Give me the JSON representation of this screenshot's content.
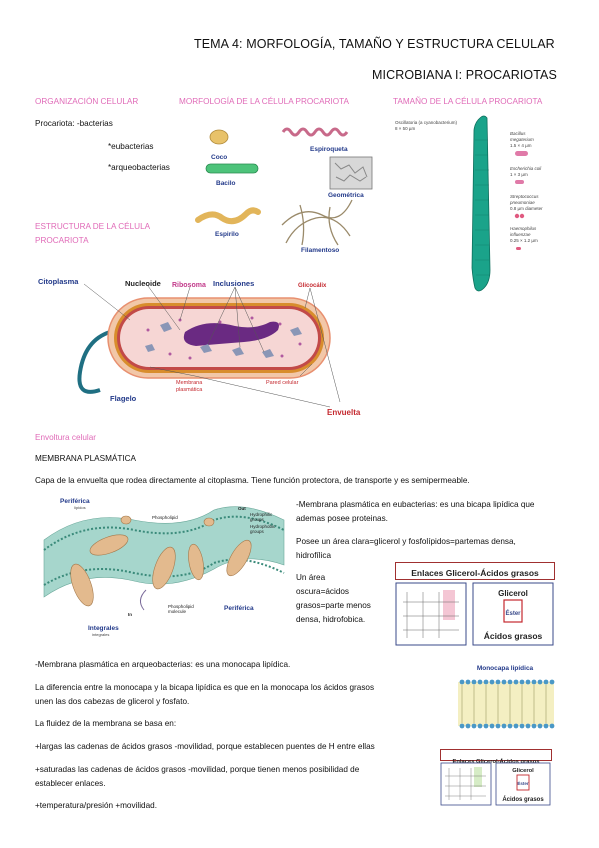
{
  "header": {
    "title": "TEMA 4: MORFOLOGÍA, TAMAÑO Y ESTRUCTURA CELULAR",
    "subtitle": "MICROBIANA I: PROCARIOTAS"
  },
  "sections": {
    "organizacion": "ORGANIZACIÓN CELULAR",
    "morfologia": "MORFOLOGÍA DE LA CÉLULA PROCARIOTA",
    "tamano": "TAMAÑO DE LA CÉLULA PROCARIOTA",
    "estructura_1": "ESTRUCTURA DE LA CÉLULA",
    "estructura_2": "PROCARIOTA",
    "envoltura": "Envoltura celular"
  },
  "organizacion": {
    "line1": "Procariota: -bacterias",
    "line2": "*eubacterias",
    "line3": "*arqueobacterias"
  },
  "morphology": {
    "coco": "Coco",
    "espiroqueta": "Espiroqueta",
    "bacilo": "Bacilo",
    "geometrica": "Geométrica",
    "espirilo": "Espirilo",
    "filamentoso": "Filamentoso"
  },
  "size": {
    "oscillatoria": "Oscillatoria (a cyanobacterium)",
    "oscillatoria_size": "8 × 50 µm",
    "bacillus": "Bacillus",
    "bacillus2": "megaterium",
    "bacillus_size": "1.5 × 4 µm",
    "ecoli": "Escherichia coli",
    "ecoli_size": "1 × 3 µm",
    "strep": "Streptococcus",
    "strep2": "pneumoniae",
    "strep_size": "0.8 µm diameter",
    "haemo": "Haemophilus",
    "haemo2": "influenzae",
    "haemo_size": "0.25 × 1.2 µm"
  },
  "cell_labels": {
    "citoplasma": "Citoplasma",
    "nucleoide": "Nucleoide",
    "ribosoma": "Ribosoma",
    "inclusiones": "Inclusiones",
    "glicocalix": "Glicocálix",
    "membrana": "Membrana",
    "plasmatica": "plasmática",
    "pared": "Pared celular",
    "flagelo": "Flagelo",
    "envuelta": "Envuelta"
  },
  "membrane_heading": "MEMBRANA PLASMÁTICA",
  "membrane_intro": "Capa de la envuelta que rodea directamente al citoplasma. Tiene función protectora, de transporte y es semipermeable.",
  "bilayer_labels": {
    "periferica_top": "Periférica",
    "lipidos": "lípidos",
    "phospholipid": "Phospholipid",
    "out": "Out",
    "hydrophilic": "Hydrophilic",
    "groups": "groups",
    "hydrophobic": "Hydrophobic",
    "integrales": "Integrales",
    "integ_sub": "integrales",
    "phos_mol1": "Phospholipid",
    "phos_mol2": "molecule",
    "in": "In",
    "periferica_bottom": "Periférica"
  },
  "eubacteria": {
    "p1a": "-Membrana plasmática en eubacterias: es una bicapa lipídica que",
    "p1b": "ademas posee proteinas.",
    "p2a": "Posee un área clara=glicerol y fosfolípidos=partemas densa,",
    "p2b": "hidrofílica",
    "p3a": "Un área",
    "p3b": "oscura=ácidos",
    "p3c": "grasos=parte menos",
    "p3d": "densa, hidrofobica."
  },
  "enlaces": {
    "title": "Enlaces Glicerol-Ácidos grasos",
    "glicerol": "Glicerol",
    "ester": "Éster",
    "acidos": "Ácidos grasos"
  },
  "arqueo": {
    "p1": "-Membrana plasmática en arqueobacterias: es una monocapa lipídica.",
    "p2a": "La diferencia entre la monocapa y la bicapa lipídica es que en la monocapa los ácidos grasos",
    "p2b": "unen las dos cabezas de glicerol y fosfato.",
    "p3": "La fluidez de la membrana se basa en:",
    "p4": "+largas las cadenas de ácidos grasos -movilidad, porque establecen puentes de H entre ellas",
    "p5a": "+saturadas las cadenas de ácidos grasos -movilidad, porque tienen menos posibilidad de",
    "p5b": "establecer enlaces.",
    "p6": "+temperatura/presión +movilidad."
  },
  "monocapa": {
    "title": "Monocapa lipídica"
  },
  "colors": {
    "pink": "#e06bb8",
    "teal": "#1aa38a",
    "blue_label": "#233a8a",
    "red_label": "#c4282e"
  }
}
